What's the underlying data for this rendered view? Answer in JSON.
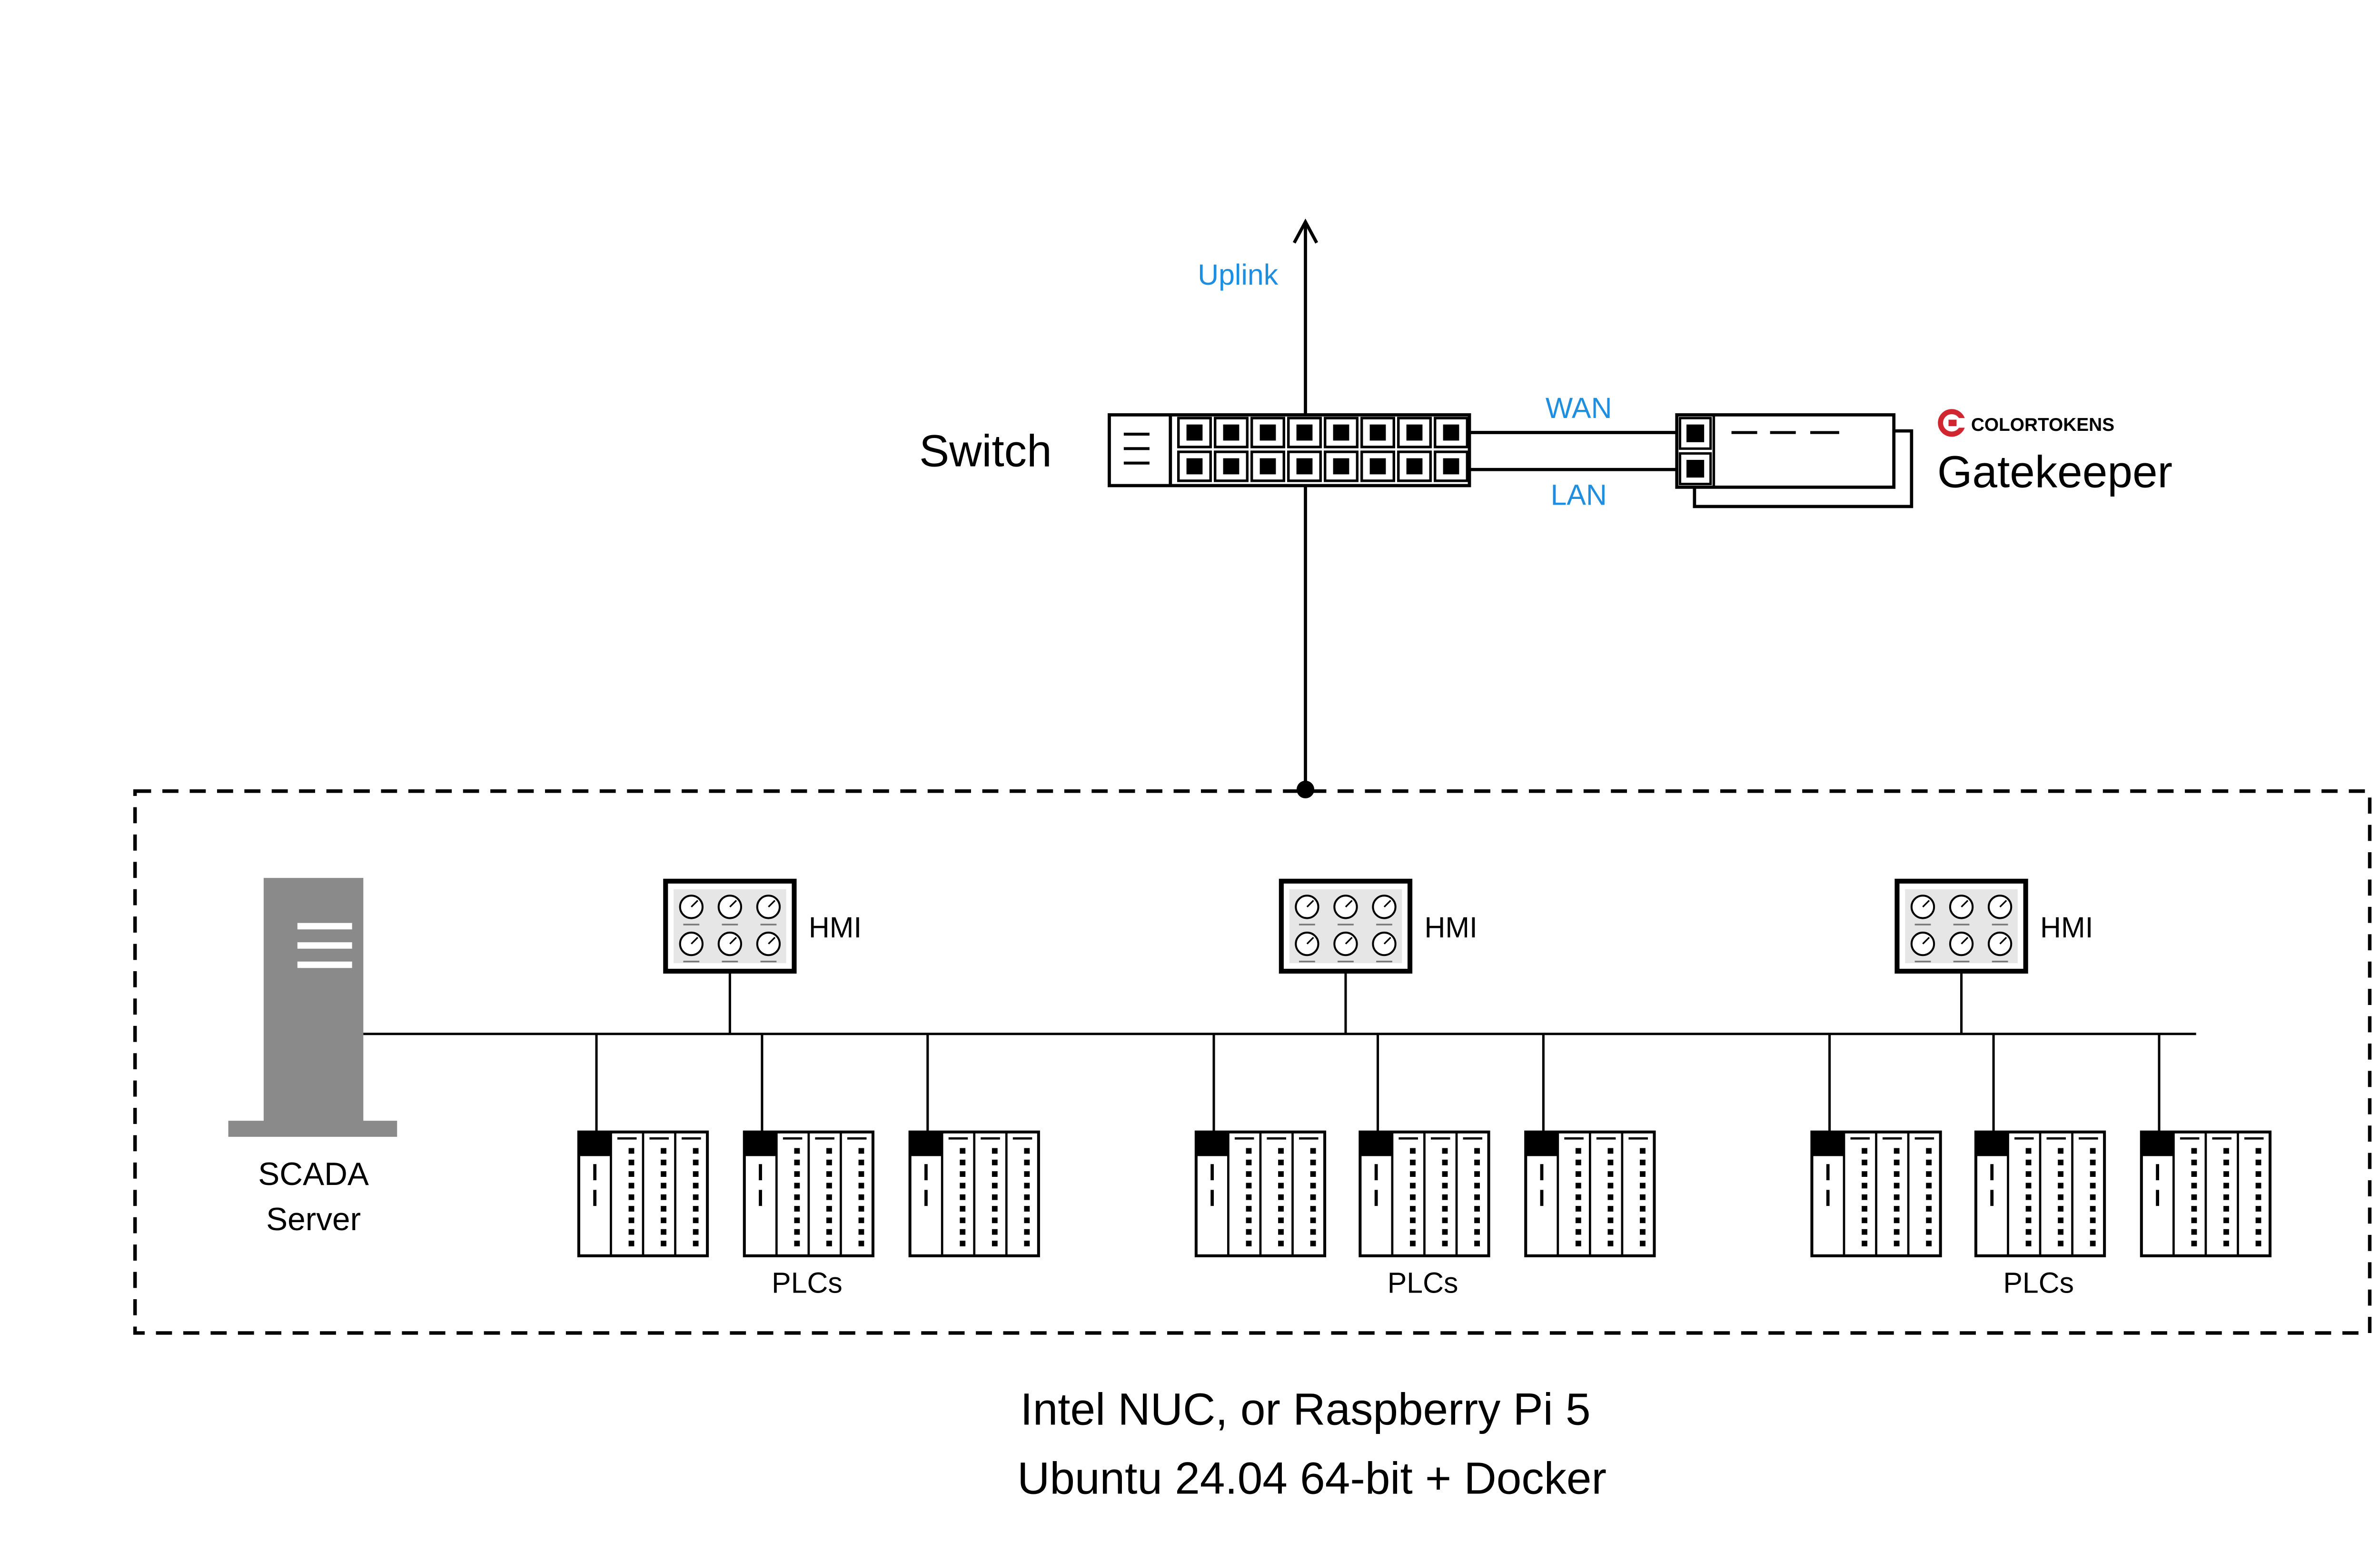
{
  "labels": {
    "uplink": "Uplink",
    "switch": "Switch",
    "wan": "WAN",
    "lan": "LAN",
    "brand": "COLORTOKENS",
    "gatekeeper": "Gatekeeper",
    "hmi": "HMI",
    "plcs": "PLCs",
    "scada_line1": "SCADA",
    "scada_line2": "Server",
    "footer_line1": "Intel NUC, or Raspberry Pi 5",
    "footer_line2": "Ubuntu 24.04 64-bit + Docker"
  },
  "colors": {
    "accent": "#1e8fe0",
    "brand": "#d0262f",
    "ink": "#000000",
    "server": "#8a8a8a",
    "screen": "#e6e6e6"
  },
  "icons": [
    "switch-icon",
    "gatekeeper-appliance-icon",
    "colortokens-logo-icon",
    "scada-server-icon",
    "hmi-icon",
    "plc-icon"
  ]
}
